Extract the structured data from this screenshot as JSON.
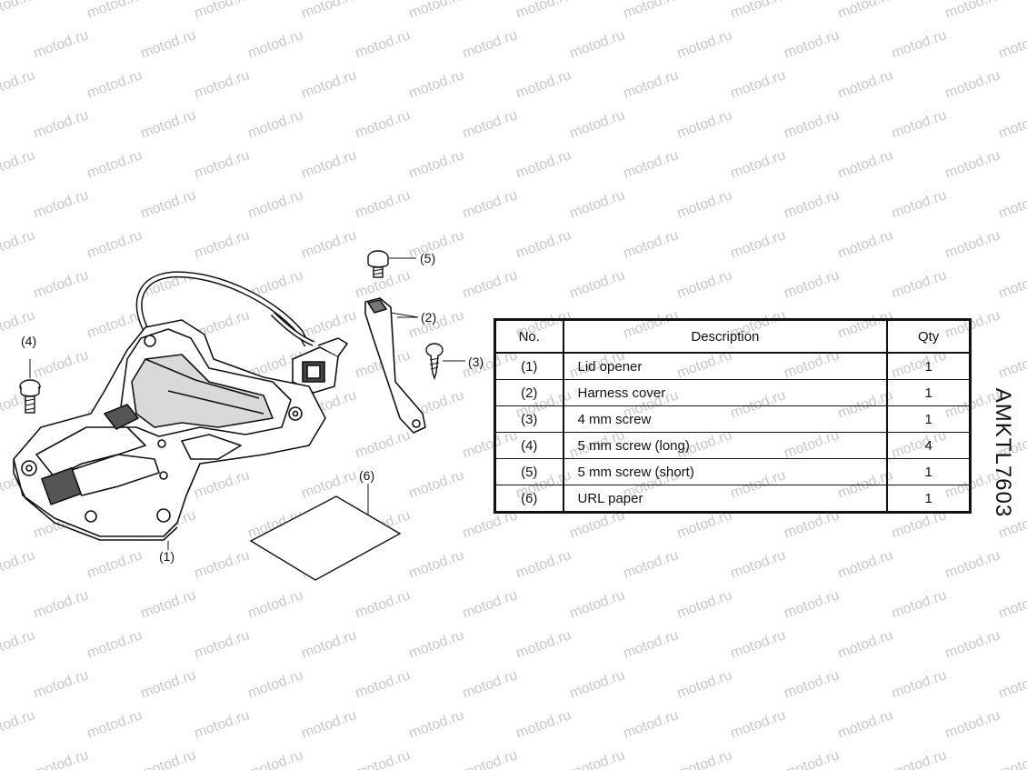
{
  "watermark_text": "motod.ru",
  "callouts": {
    "lid_opener": "(1)",
    "harness_cover": "(2)",
    "screw_4mm": "(3)",
    "screw_5mm_long": "(4)",
    "screw_5mm_short": "(5)",
    "url_paper": "(6)"
  },
  "table": {
    "headers": {
      "no": "No.",
      "description": "Description",
      "qty": "Qty"
    },
    "rows": [
      {
        "no": "(1)",
        "description": "Lid opener",
        "qty": "1"
      },
      {
        "no": "(2)",
        "description": "Harness cover",
        "qty": "1"
      },
      {
        "no": "(3)",
        "description": "4 mm screw",
        "qty": "1"
      },
      {
        "no": "(4)",
        "description": "5 mm screw (long)",
        "qty": "4"
      },
      {
        "no": "(5)",
        "description": "5 mm screw (short)",
        "qty": "1"
      },
      {
        "no": "(6)",
        "description": "URL paper",
        "qty": "1"
      }
    ]
  },
  "figure_code": "AMKTL7603",
  "colors": {
    "line": "#111111",
    "shade": "#d9d9d9",
    "watermark": "#c8c8c8"
  }
}
